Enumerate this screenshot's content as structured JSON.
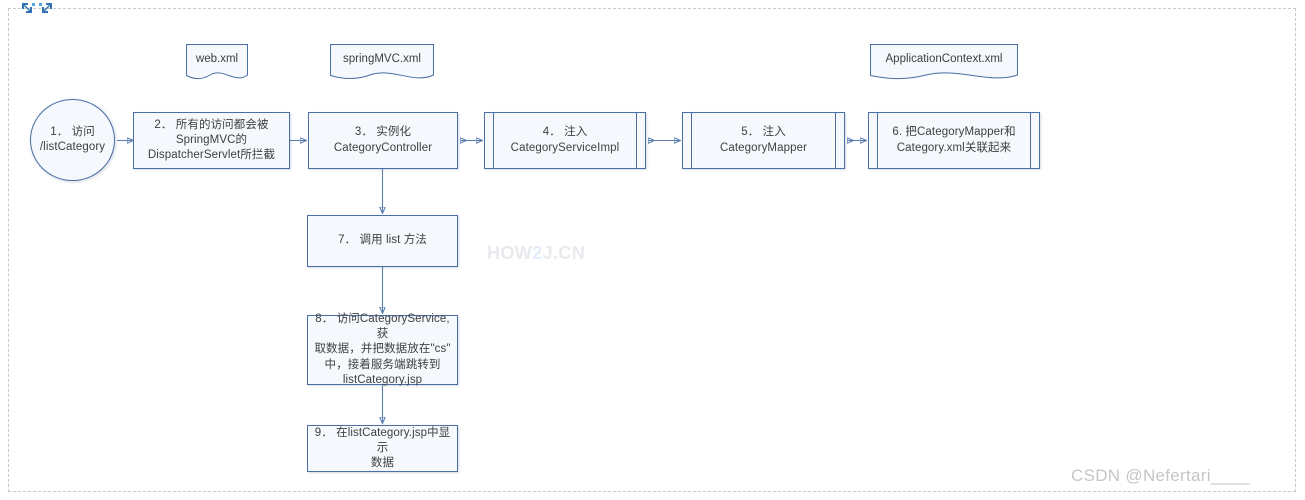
{
  "diagram": {
    "title": "SpringMVC listCategory flow",
    "colors": {
      "node_border": "#4a6fa5",
      "node_fill": "#f5f8fc",
      "connector": "#5a7fb0",
      "page_border": "#c9c9c9",
      "text": "#404040"
    },
    "nodes": [
      {
        "id": "n1",
        "shape": "circle",
        "label": "1． 访问\n/listCategory"
      },
      {
        "id": "n2",
        "shape": "process",
        "label": "2． 所有的访问都会被\nSpringMVC的\nDispatcherServlet所拦截"
      },
      {
        "id": "n3",
        "shape": "process",
        "label": "3． 实例化\nCategoryController"
      },
      {
        "id": "n4",
        "shape": "subroutine",
        "label": "4． 注入CategoryServiceImpl"
      },
      {
        "id": "n5",
        "shape": "subroutine",
        "label": "5． 注入CategoryMapper"
      },
      {
        "id": "n6",
        "shape": "subroutine",
        "label": "6. 把CategoryMapper和\nCategory.xml关联起来"
      },
      {
        "id": "n7",
        "shape": "process",
        "label": "7． 调用 list 方法"
      },
      {
        "id": "n8",
        "shape": "process",
        "label": "8． 访问CategoryService,获\n取数据，并把数据放在\"cs\"\n中，接着服务端跳转到\nlistCategory.jsp"
      },
      {
        "id": "n9",
        "shape": "process",
        "label": "9． 在listCategory.jsp中显示\n数据"
      }
    ],
    "documents": [
      {
        "id": "d1",
        "label": "web.xml"
      },
      {
        "id": "d2",
        "label": "springMVC.xml"
      },
      {
        "id": "d3",
        "label": "ApplicationContext.xml"
      }
    ],
    "watermarks": {
      "how2j_part1": "HOW",
      "how2j_part2": "2",
      "how2j_part3": "J.CN",
      "csdn": "CSDN @Nefertari____"
    }
  }
}
